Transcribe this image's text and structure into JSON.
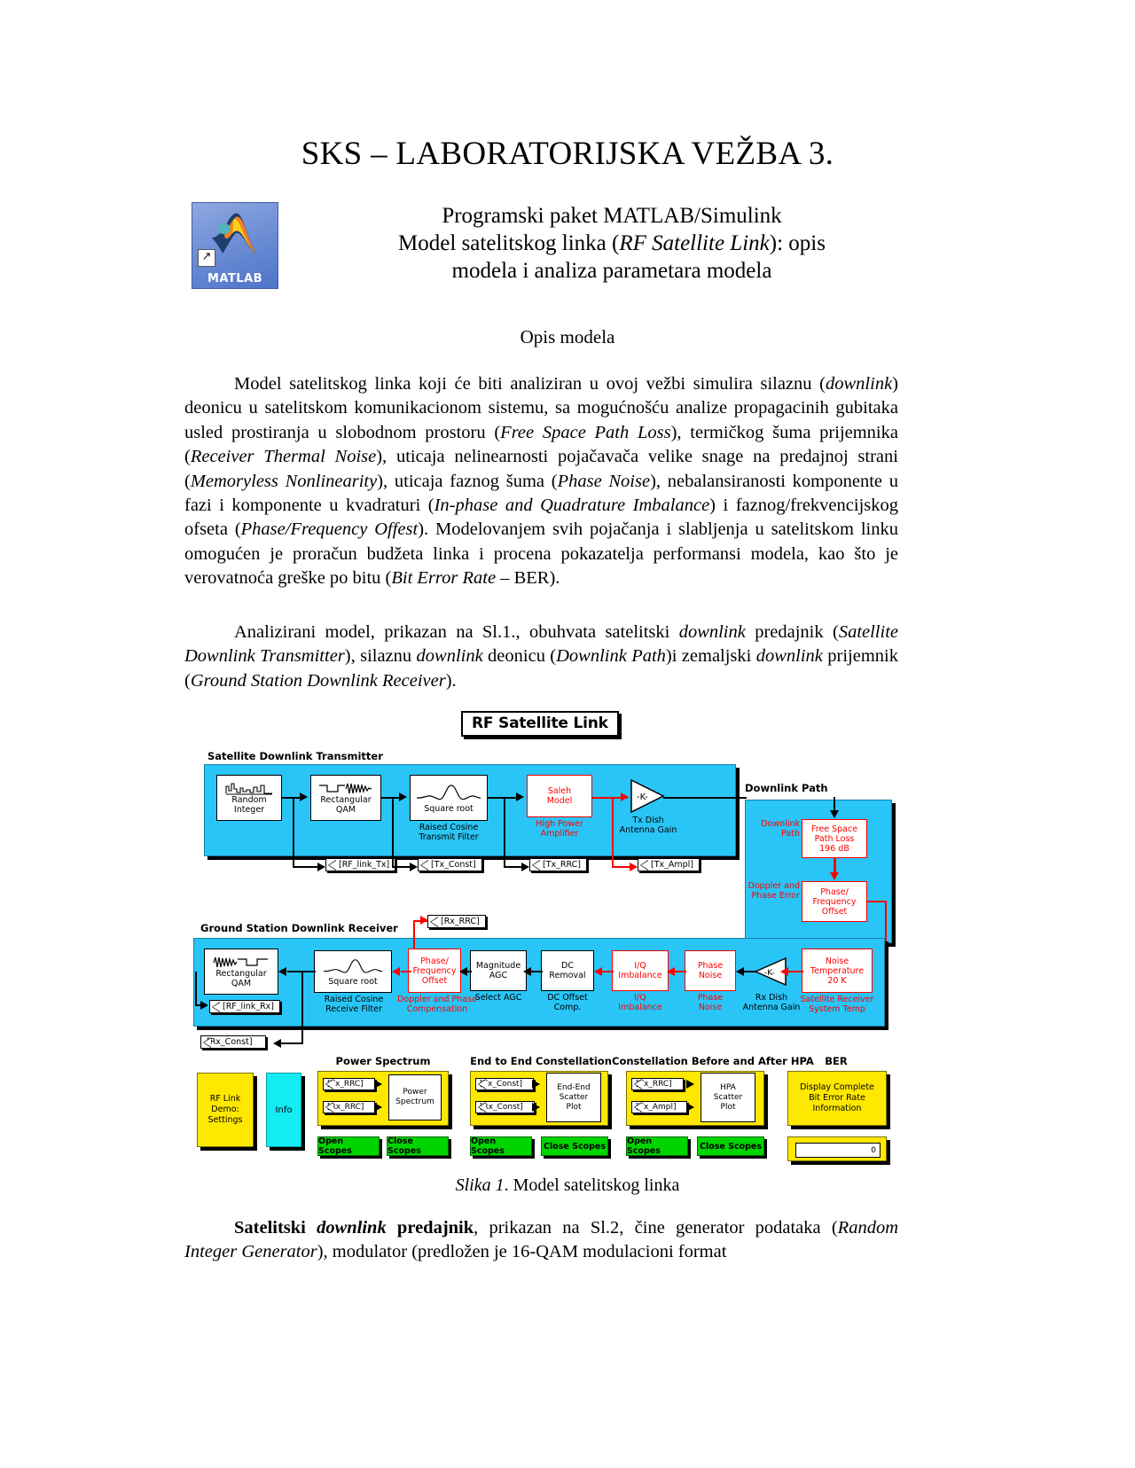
{
  "document": {
    "title": "SKS – LABORATORIJSKA VEŽBA 3.",
    "subtitle_line1": "Programski paket MATLAB/Simulink",
    "subtitle_line2_a": "Model satelitskog linka (",
    "subtitle_line2_i": "RF Satellite Link",
    "subtitle_line2_b": "): opis",
    "subtitle_line3": "modela i analiza parametara modela",
    "section_heading": "Opis modela",
    "figure_caption_prefix": "Slika 1",
    "figure_caption_rest": ". Model satelitskog linka"
  },
  "matlab_icon": {
    "label": "MATLAB",
    "shortcut_glyph": "↗"
  },
  "paragraphs": {
    "p1": "Model satelitskog linka koji će biti analiziran u ovoj vežbi simulira silaznu (downlink) deonicu u satelitskom komunikacionom sistemu, sa mogućnošću analize propagacinih gubitaka usled prostiranja u slobodnom prostoru (Free Space Path Loss), termičkog šuma prijemnika (Receiver Thermal Noise), uticaja nelinearnosti pojačavača velike snage na predajnoj strani (Memoryless Nonlinearity), uticaja faznog šuma (Phase Noise), nebalansiranosti komponente u fazi i komponente u kvadraturi (In-phase and Quadrature Imbalance) i faznog/frekvencijskog ofseta (Phase/Frequency Offest). Modelovanjem svih pojačanja i slabljenja u satelitskom linku omogućen je proračun budžeta linka i procena pokazatelja performansi modela, kao što je verovatnoća greške po bitu (Bit Error Rate – BER).",
    "p2": "Analizirani model, prikazan na Sl.1., obuhvata satelitski downlink predajnik (Satellite Downlink Transmitter), silaznu downlink deonicu (Downlink Path)i zemaljski downlink prijemnik (Ground Station Downlink Receiver).",
    "p4": "Satelitski downlink predajnik, prikazan na Sl.2, čine generator podataka (Random Integer Generator), modulator (predložen je 16-QAM modulacioni format"
  },
  "figure": {
    "title": "RF Satellite Link",
    "groups": {
      "transmitter": "Satellite Downlink Transmitter",
      "downlink_path": "Downlink Path",
      "receiver": "Ground Station Downlink Receiver"
    },
    "tx_blocks": [
      {
        "name": "random-integer",
        "line1": "Random",
        "line2": "Integer",
        "caption": ""
      },
      {
        "name": "rectangular-qam",
        "line1": "Rectangular",
        "line2": "QAM",
        "caption": ""
      },
      {
        "name": "raised-cosine-tx",
        "line1": "Square root",
        "line2": "",
        "caption_l1": "Raised Cosine",
        "caption_l2": "Transmit Filter"
      },
      {
        "name": "hpa",
        "line1": "Saleh",
        "line2": "Model",
        "caption_l1": "High Power",
        "caption_l2": "Amplifier"
      },
      {
        "name": "tx-dish-gain",
        "gain": "-K-",
        "caption_l1": "Tx Dish",
        "caption_l2": "Antenna Gain"
      }
    ],
    "tx_gotos": [
      "[RF_link_Tx]",
      "[Tx_Const]",
      "[Tx_RRC]",
      "[Tx_Ampl]"
    ],
    "path_blocks": [
      {
        "name": "free-space-path-loss",
        "l1": "Free Space",
        "l2": "Path Loss",
        "l3": "196 dB",
        "side_l1": "Downlink",
        "side_l2": "Path"
      },
      {
        "name": "phase-frequency-offset",
        "l1": "Phase/",
        "l2": "Frequency",
        "l3": "Offset",
        "side_l1": "Doppler and",
        "side_l2": "Phase Error"
      }
    ],
    "rx_blocks": [
      {
        "name": "rx-rectangular-qam",
        "l1": "Rectangular",
        "l2": "QAM",
        "cap1": "",
        "cap2": ""
      },
      {
        "name": "raised-cosine-rx",
        "l1": "Square root",
        "l2": "",
        "cap1": "Raised Cosine",
        "cap2": "Receive Filter"
      },
      {
        "name": "rx-phase-frequency-offset",
        "l1": "Phase/",
        "l2": "Frequency",
        "l3": "Offset",
        "cap1": "Doppler and Phase",
        "cap2": "Compensation"
      },
      {
        "name": "magnitude-agc",
        "l1": "Magnitude",
        "l2": "AGC",
        "cap1": "Select AGC",
        "cap2": ""
      },
      {
        "name": "dc-removal",
        "l1": "DC",
        "l2": "Removal",
        "cap1": "DC Offset",
        "cap2": "Comp."
      },
      {
        "name": "iq-imbalance",
        "l1": "I/Q",
        "l2": "Imbalance",
        "cap1": "I/Q",
        "cap2": "Imbalance"
      },
      {
        "name": "phase-noise",
        "l1": "Phase",
        "l2": "Noise",
        "cap1": "Phase",
        "cap2": "Noise"
      },
      {
        "name": "rx-dish-gain",
        "gain": "-K-",
        "cap1": "Rx Dish",
        "cap2": "Antenna Gain"
      },
      {
        "name": "noise-temperature",
        "l1": "Noise",
        "l2": "Temperature",
        "l3": "20 K",
        "cap1": "Satellite Receiver",
        "cap2": "System Temp"
      }
    ],
    "rx_gotos": [
      "[Rx_RRC]",
      "[RF_link_Rx]",
      "[Rx_Const]"
    ],
    "bottom": {
      "settings_box": {
        "l1": "RF Link",
        "l2": "Demo:",
        "l3": "Settings"
      },
      "info_box": "Info",
      "panels": [
        {
          "header": "Power Spectrum",
          "inputs": [
            "[Tx_RRC]",
            "[Rx_RRC]"
          ],
          "scope_l1": "Power",
          "scope_l2": "Spectrum",
          "scope_l3": "",
          "open": "Open Scopes",
          "close": "Close Scopes"
        },
        {
          "header": "End to End Constellation",
          "inputs": [
            "[Tx_Const]",
            "[Rx_Const]"
          ],
          "scope_l1": "End-End",
          "scope_l2": "Scatter",
          "scope_l3": "Plot",
          "open": "Open Scopes",
          "close": "Close Scopes"
        },
        {
          "header": "Constellation Before and After HPA",
          "inputs": [
            "[Tx_RRC]",
            "[Tx_Ampl]"
          ],
          "scope_l1": "HPA",
          "scope_l2": "Scatter",
          "scope_l3": "Plot",
          "open": "Open Scopes",
          "close": "Close Scopes"
        }
      ],
      "ber": {
        "header": "BER",
        "l1": "Display Complete",
        "l2": "Bit Error Rate",
        "l3": "Information",
        "display_value": "0"
      }
    }
  }
}
